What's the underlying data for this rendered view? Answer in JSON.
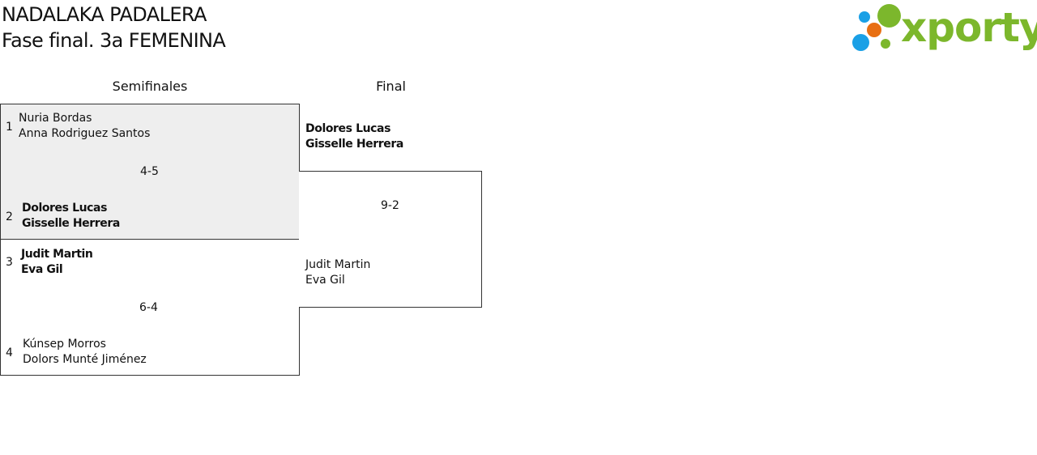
{
  "header": {
    "title": "NADALAKA PADALERA",
    "subtitle": "Fase final. 3a FEMENINA"
  },
  "logo": {
    "text": "xporty",
    "colors": {
      "green": "#7cb72c",
      "blue": "#1aa0e6",
      "orange": "#e86f12"
    }
  },
  "rounds": [
    {
      "label": "Semifinales"
    },
    {
      "label": "Final"
    }
  ],
  "semifinals": [
    {
      "score": "4-5",
      "teams": [
        {
          "seed": "1",
          "players": [
            "Nuria Bordas",
            "Anna Rodriguez Santos"
          ],
          "winner": false
        },
        {
          "seed": "2",
          "players": [
            "Dolores Lucas",
            "Gisselle Herrera"
          ],
          "winner": true
        }
      ]
    },
    {
      "score": "6-4",
      "teams": [
        {
          "seed": "3",
          "players": [
            "Judit Martin",
            "Eva Gil"
          ],
          "winner": true
        },
        {
          "seed": "4",
          "players": [
            "Kúnsep Morros",
            "Dolors Munté Jiménez"
          ],
          "winner": false
        }
      ]
    }
  ],
  "final": {
    "score": "9-2",
    "teams": [
      {
        "players": [
          "Dolores Lucas",
          "Gisselle Herrera"
        ],
        "winner": true
      },
      {
        "players": [
          "Judit Martin",
          "Eva Gil"
        ],
        "winner": false
      }
    ]
  }
}
